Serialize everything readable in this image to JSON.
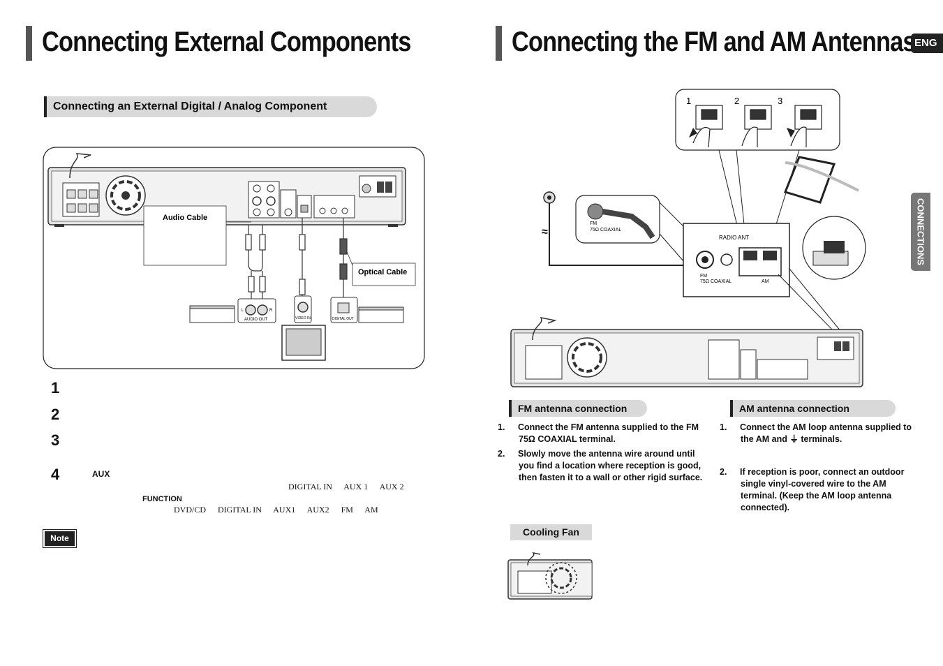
{
  "left_page": {
    "title": "Connecting External Components",
    "section_title": "Connecting an External Digital / Analog Component",
    "diagram": {
      "audio_cable_label": "Audio Cable",
      "optical_cable_label": "Optical Cable",
      "audio_out_label": "AUDIO OUT",
      "video_in_label": "VIDEO IN",
      "digital_out_label": "DIGITAL OUT",
      "l_label": "L",
      "r_label": "R"
    },
    "steps": [
      "1",
      "2",
      "3",
      "4"
    ],
    "aux_label": "AUX",
    "row1_options": [
      "DIGITAL IN",
      "AUX 1",
      "AUX 2"
    ],
    "function_label": "FUNCTION",
    "row2_options": [
      "DVD/CD",
      "DIGITAL IN",
      "AUX1",
      "AUX2",
      "FM",
      "AM"
    ],
    "note_label": "Note"
  },
  "right_page": {
    "title": "Connecting the FM and AM Antennas",
    "language_tab": "ENG",
    "side_tab": "CONNECTIONS",
    "diagram": {
      "steps": [
        "1",
        "2",
        "3"
      ],
      "fm_label": "FM",
      "fm_coax_label": "75Ω  COAXIAL",
      "radio_ant_label": "RADIO ANT",
      "fm_terminal_label": "FM",
      "fm_terminal_coax": "75Ω  COAXIAL",
      "am_label": "AM"
    },
    "fm_section": {
      "title": "FM antenna connection",
      "items": [
        {
          "num": "1.",
          "text": "Connect the FM antenna supplied to the FM 75Ω COAXIAL terminal."
        },
        {
          "num": "2.",
          "text": "Slowly move the antenna wire around until you find a location where reception is good, then fasten it to a wall or other rigid surface."
        }
      ]
    },
    "am_section": {
      "title": "AM antenna connection",
      "items": [
        {
          "num": "1.",
          "text": "Connect the AM loop antenna supplied to the AM and ⏚  terminals."
        },
        {
          "num": "2.",
          "text": "If reception is poor, connect an outdoor single vinyl-covered wire to the AM terminal. (Keep the AM loop antenna connected)."
        }
      ]
    },
    "cooling_fan_label": "Cooling Fan"
  }
}
